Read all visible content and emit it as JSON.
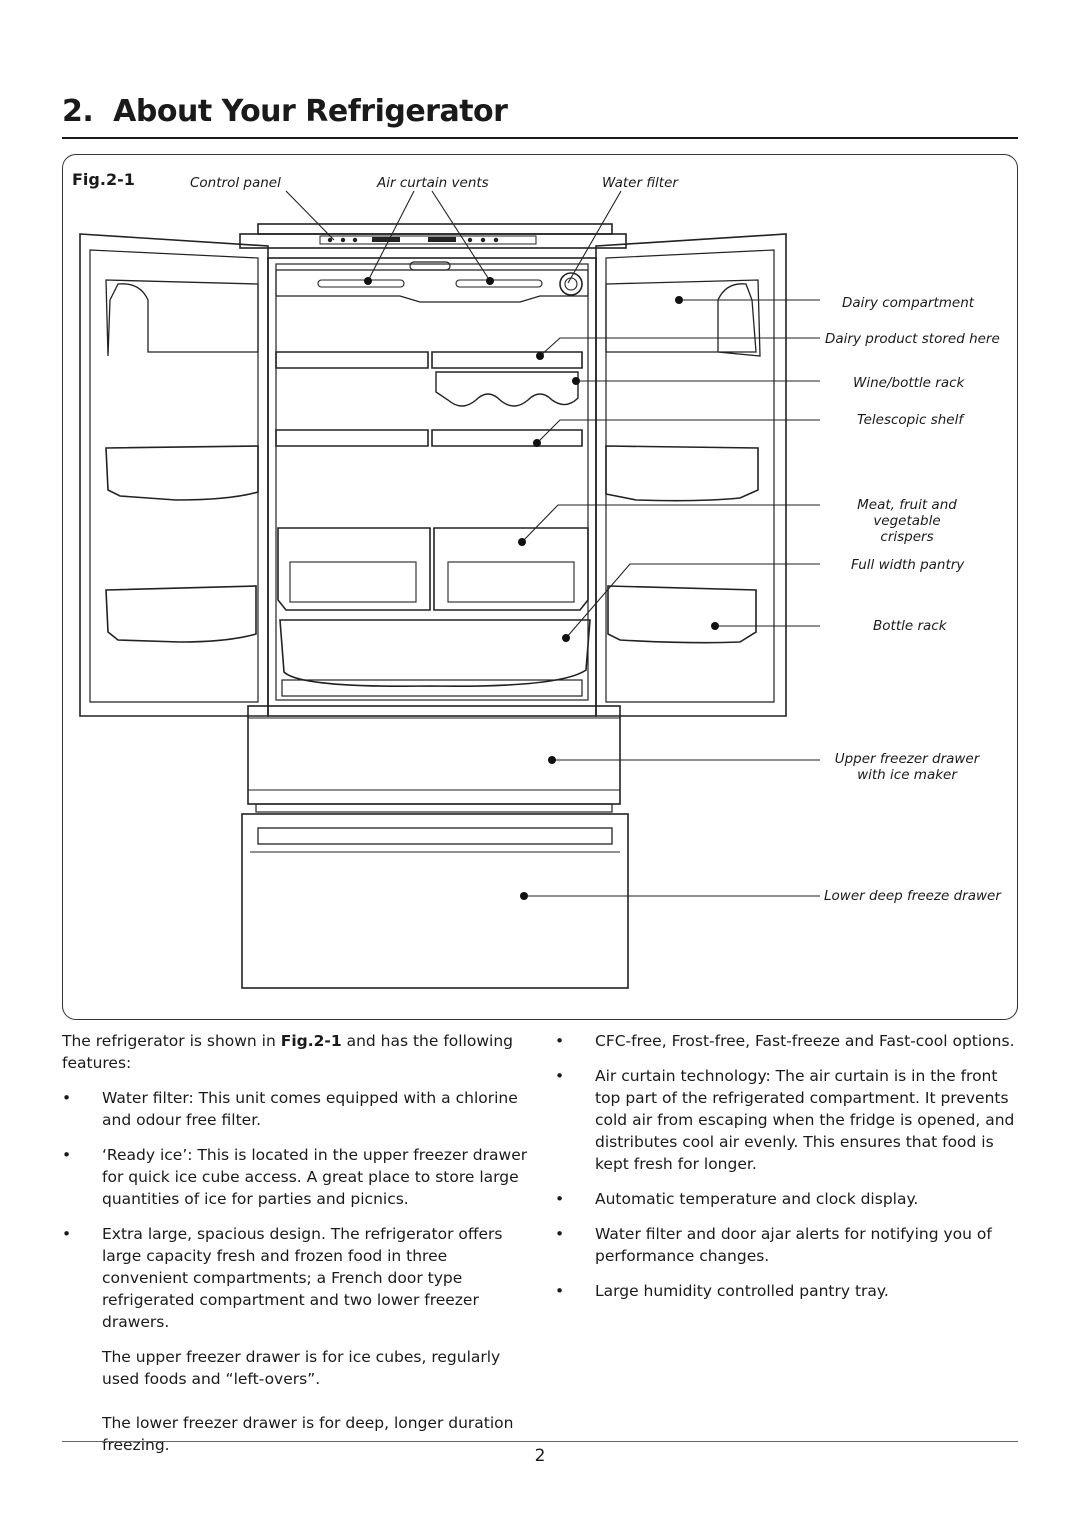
{
  "heading": "2.  About Your Refrigerator",
  "figure": {
    "label": "Fig.2-1",
    "callouts": {
      "control_panel": "Control panel",
      "air_curtain_vents": "Air curtain vents",
      "water_filter": "Water filter",
      "dairy_compartment": "Dairy compartment",
      "dairy_product": "Dairy product stored here",
      "wine_rack": "Wine/bottle rack",
      "telescopic_shelf": "Telescopic shelf",
      "crispers_line1": "Meat, fruit and vegetable",
      "crispers_line2": "crispers",
      "pantry": "Full width pantry",
      "bottle_rack": "Bottle rack",
      "upper_freezer_line1": "Upper freezer drawer",
      "upper_freezer_line2": "with ice maker",
      "lower_freezer": "Lower deep freeze drawer"
    }
  },
  "left_column": {
    "intro_before": "The refrigerator is shown in ",
    "intro_ref": "Fig.2-1",
    "intro_after": " and has the following features:",
    "bullets": [
      "Water filter: This unit comes equipped with a chlorine and odour free filter.",
      "‘Ready ice’: This is located in the upper freezer drawer for quick ice cube access. A great place to store large quantities of ice for parties and picnics.",
      "Extra large, spacious design. The refrigerator offers large capacity fresh and frozen food in three convenient compartments; a French door type refrigerated compartment and two lower freezer drawers."
    ],
    "para_upper": "The upper freezer drawer is for ice cubes, regularly used foods and “left-overs”.",
    "para_lower": "The lower freezer drawer is for deep, longer duration freezing."
  },
  "right_column": {
    "bullets": [
      "CFC-free, Frost-free, Fast-freeze and Fast-cool options.",
      "Air curtain technology: The air curtain is in the front top part of the refrigerated compartment. It prevents cold air from escaping when the fridge is opened, and distributes cool air evenly. This ensures that food is kept fresh for longer.",
      "Automatic temperature and clock display.",
      "Water filter and door ajar alerts for notifying you of performance changes.",
      "Large humidity controlled pantry tray."
    ]
  },
  "bullet_glyph": "•",
  "page_number": "2"
}
